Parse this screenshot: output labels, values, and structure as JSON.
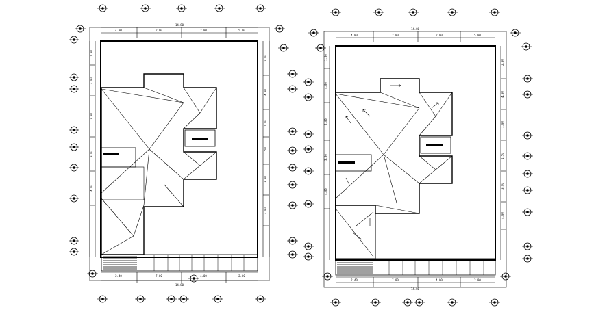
{
  "plans": [
    {
      "id": "plan-left",
      "top_dims": [
        "4.00",
        "2.00",
        "2.00",
        "5.00"
      ],
      "top_total": "14.80",
      "side_dims_right": [
        "2.00",
        "4.00",
        "1.00",
        "1.50",
        "3.00",
        "4.00"
      ],
      "side_dims_left": [
        "1.00",
        "4.00",
        "2.00",
        "3.00",
        "4.00"
      ],
      "bottom_dims": [
        "2.40",
        "7.00",
        "4.00",
        "2.00"
      ],
      "bottom_total": "14.80"
    },
    {
      "id": "plan-right",
      "top_dims": [
        "4.00",
        "2.00",
        "2.00",
        "5.00"
      ],
      "top_total": "14.80",
      "side_dims_right": [
        "2.00",
        "4.00",
        "1.00",
        "1.50",
        "3.00",
        "4.00"
      ],
      "side_dims_left": [
        "1.00",
        "4.00",
        "2.00",
        "3.00",
        "4.00"
      ],
      "bottom_dims": [
        "2.40",
        "7.00",
        "4.00",
        "2.00"
      ],
      "bottom_total": "14.80"
    }
  ]
}
